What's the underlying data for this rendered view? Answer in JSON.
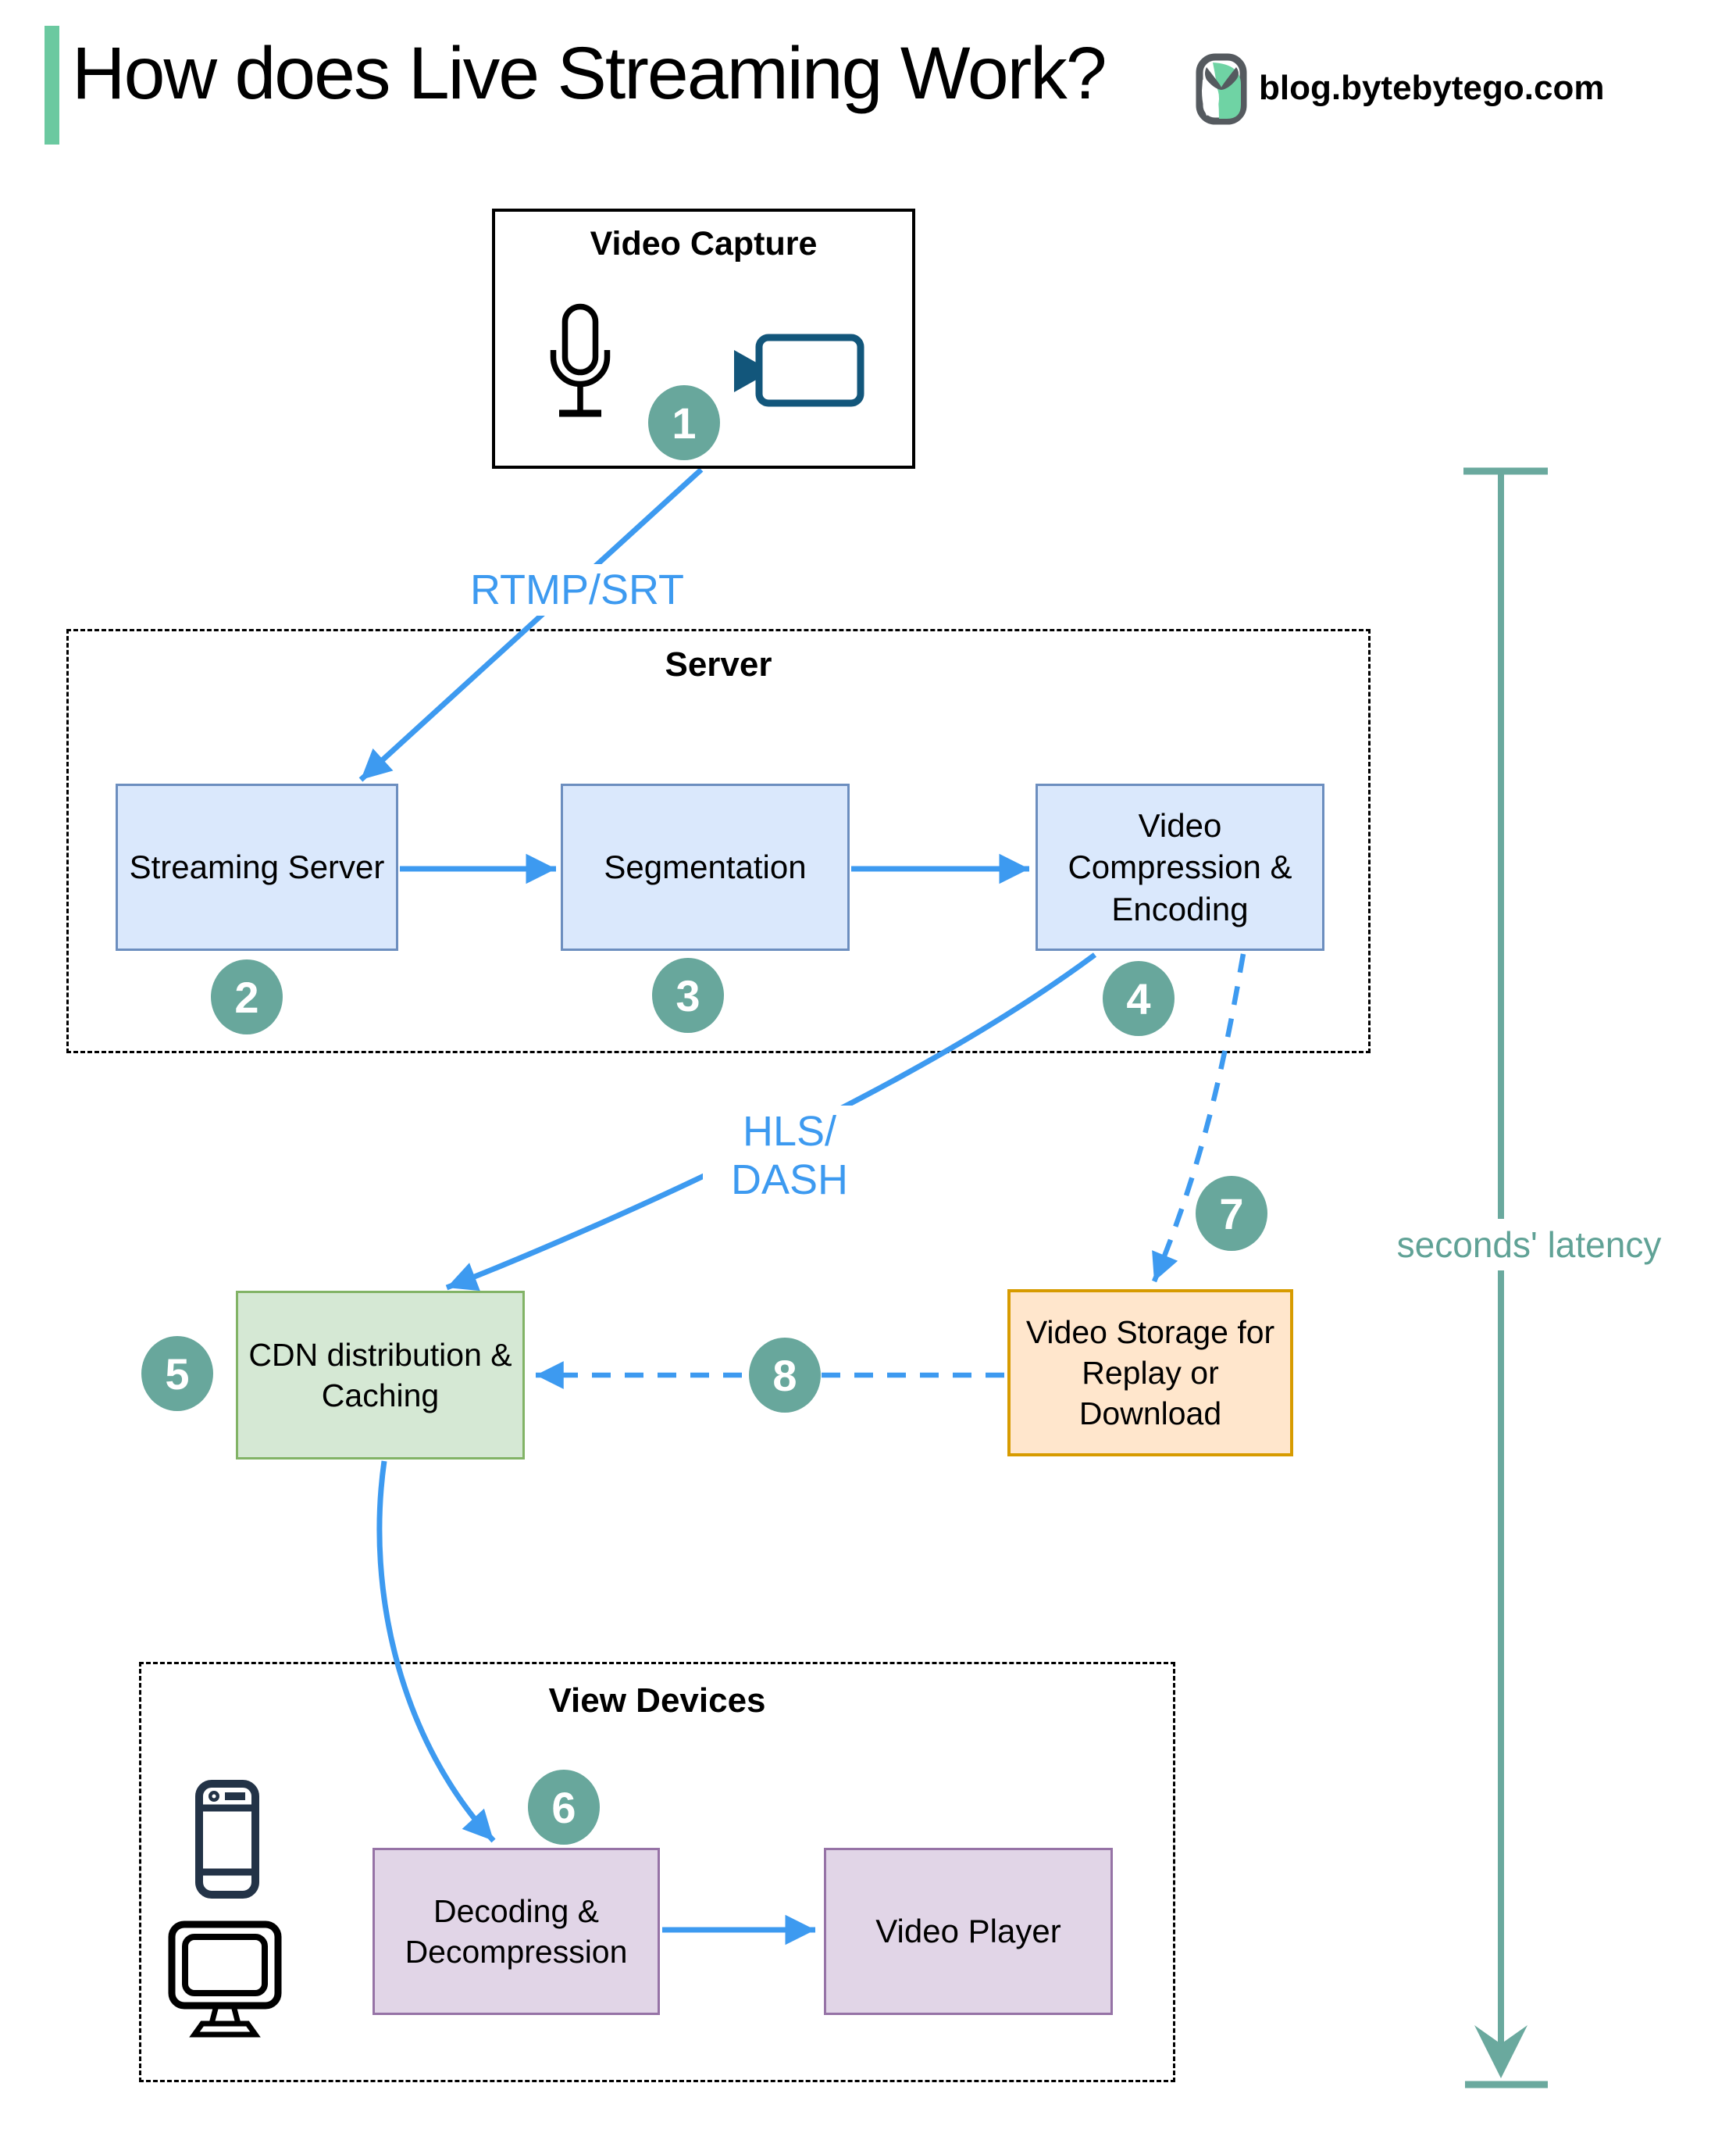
{
  "header": {
    "title": "How does Live Streaming Work?",
    "site": "blog.bytebytego.com"
  },
  "capture": {
    "title": "Video Capture"
  },
  "server": {
    "title": "Server",
    "boxes": [
      {
        "label": "Streaming Server"
      },
      {
        "label": "Segmentation"
      },
      {
        "label": "Video Compression & Encoding"
      }
    ]
  },
  "distribution": {
    "cdn_label": "CDN distribution & Caching",
    "storage_label": "Video Storage for Replay or Download"
  },
  "view": {
    "title": "View Devices",
    "decode_label": "Decoding & Decompression",
    "player_label": "Video Player"
  },
  "labels": {
    "rtmp": "RTMP/SRT",
    "hls_line1": "HLS/",
    "hls_line2": "DASH",
    "latency": "seconds' latency"
  },
  "steps": {
    "s1": "1",
    "s2": "2",
    "s3": "3",
    "s4": "4",
    "s5": "5",
    "s6": "6",
    "s7": "7",
    "s8": "8"
  },
  "icons": [
    "microphone-icon",
    "video-camera-icon",
    "smartphone-icon",
    "monitor-icon",
    "bytebytego-logo"
  ],
  "colors": {
    "accent_green": "#6bc9a0",
    "arrow_blue": "#3d9af0",
    "step_circle_teal": "#68a79c",
    "latency_green": "#6aa99e",
    "box_blue_fill": "#dae8fc",
    "box_blue_stroke": "#6c8ebf",
    "box_green_fill": "#d5e8d4",
    "box_green_stroke": "#82b366",
    "box_orange_fill": "#ffe6cc",
    "box_orange_stroke": "#d79b00",
    "box_purple_fill": "#e1d5e7",
    "box_purple_stroke": "#9673a6",
    "camera_icon_teal": "#12567b",
    "phone_icon_navy": "#233347"
  }
}
